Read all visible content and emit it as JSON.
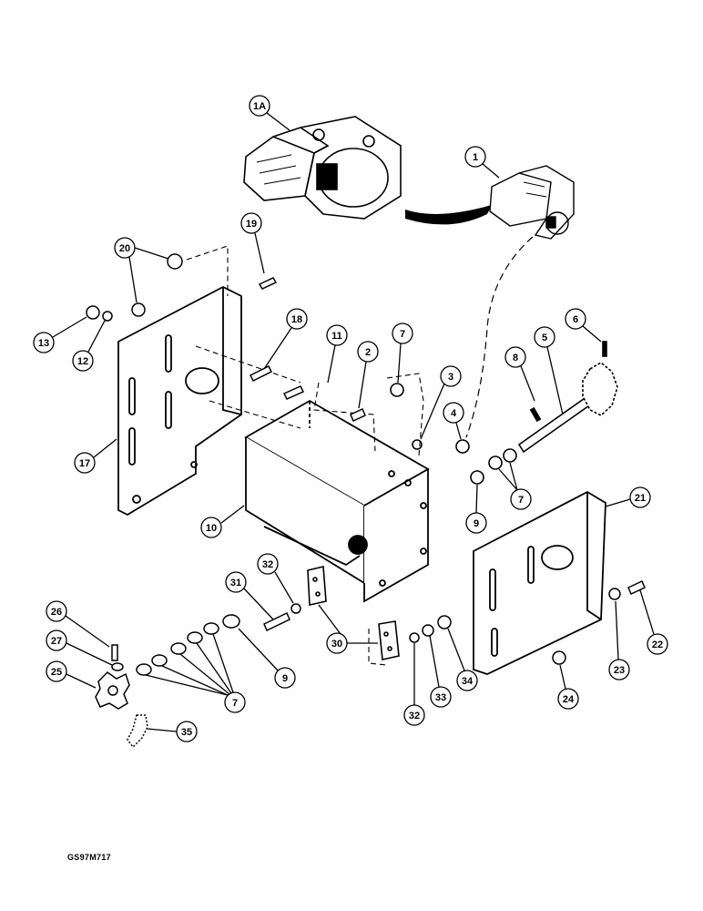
{
  "ref_code": "GS97M717",
  "callouts": [
    "1A",
    "1",
    "2",
    "3",
    "4",
    "5",
    "6",
    "7",
    "7",
    "7",
    "8",
    "9",
    "9",
    "10",
    "11",
    "12",
    "13",
    "17",
    "18",
    "19",
    "20",
    "21",
    "22",
    "23",
    "24",
    "25",
    "26",
    "27",
    "30",
    "31",
    "32",
    "32",
    "33",
    "34",
    "35"
  ]
}
